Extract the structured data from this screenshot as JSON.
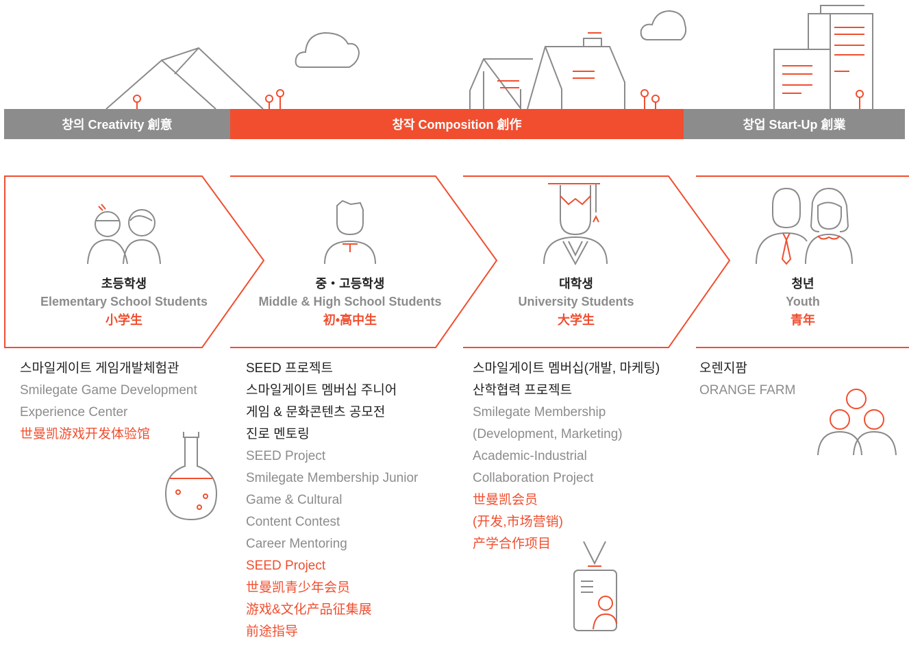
{
  "colors": {
    "accent": "#f04e2f",
    "band_gray": "#8c8c8d",
    "line_gray": "#8a8a8a",
    "text_dark": "#222222",
    "text_gray": "#8c8c8c"
  },
  "bands": [
    {
      "label": "창의 Creativity 創意",
      "color": "gray"
    },
    {
      "label": "창작 Composition 創作",
      "color": "orange"
    },
    {
      "label": "창업 Start-Up 創業",
      "color": "gray"
    }
  ],
  "stages": [
    {
      "icon": "children-icon",
      "ko": "초등학생",
      "en": "Elementary School Students",
      "zh": "小学生"
    },
    {
      "icon": "teen-student-icon",
      "ko": "중・고등학생",
      "en": "Middle & High School Students",
      "zh": "初•高中生"
    },
    {
      "icon": "graduate-icon",
      "ko": "대학생",
      "en": "University Students",
      "zh": "大学生"
    },
    {
      "icon": "young-adults-icon",
      "ko": "청년",
      "en": "Youth",
      "zh": "青年"
    }
  ],
  "programs": [
    {
      "icon": "flask-icon",
      "lines": [
        {
          "text": "스마일게이트 게임개발체험관",
          "tone": "dark"
        },
        {
          "text": "Smilegate Game Development",
          "tone": "gray"
        },
        {
          "text": "Experience Center",
          "tone": "gray"
        },
        {
          "text": "世曼凯游戏开发体验馆",
          "tone": "orange"
        }
      ]
    },
    {
      "icon": "",
      "lines": [
        {
          "text": "SEED 프로젝트",
          "tone": "dark"
        },
        {
          "text": "스마일게이트 멤버십 주니어",
          "tone": "dark"
        },
        {
          "text": "게임 & 문화콘텐츠 공모전",
          "tone": "dark"
        },
        {
          "text": "진로 멘토링",
          "tone": "dark"
        },
        {
          "text": "SEED Project",
          "tone": "gray"
        },
        {
          "text": "Smilegate Membership Junior",
          "tone": "gray"
        },
        {
          "text": "Game & Cultural",
          "tone": "gray"
        },
        {
          "text": "Content Contest",
          "tone": "gray"
        },
        {
          "text": "Career Mentoring",
          "tone": "gray"
        },
        {
          "text": "SEED Project",
          "tone": "orange"
        },
        {
          "text": "世曼凯青少年会员",
          "tone": "orange"
        },
        {
          "text": "游戏&文化产品征集展",
          "tone": "orange"
        },
        {
          "text": "前途指导",
          "tone": "orange"
        }
      ]
    },
    {
      "icon": "id-badge-icon",
      "lines": [
        {
          "text": "스마일게이트 멤버십(개발, 마케팅)",
          "tone": "dark"
        },
        {
          "text": "산학협력 프로젝트",
          "tone": "dark"
        },
        {
          "text": "Smilegate Membership",
          "tone": "gray"
        },
        {
          "text": "(Development, Marketing)",
          "tone": "gray"
        },
        {
          "text": "Academic-Industrial",
          "tone": "gray"
        },
        {
          "text": "Collaboration Project",
          "tone": "gray"
        },
        {
          "text": "世曼凯会员",
          "tone": "orange"
        },
        {
          "text": "(开发,市场营销)",
          "tone": "orange"
        },
        {
          "text": "产学合作项目",
          "tone": "orange"
        }
      ]
    },
    {
      "icon": "team-icon",
      "lines": [
        {
          "text": "오렌지팜",
          "tone": "dark"
        },
        {
          "text": "ORANGE FARM",
          "tone": "gray"
        }
      ]
    }
  ],
  "scene_icons": [
    "mountains-icon",
    "cloud-icon",
    "houses-icon",
    "buildings-icon",
    "tree-icon"
  ]
}
